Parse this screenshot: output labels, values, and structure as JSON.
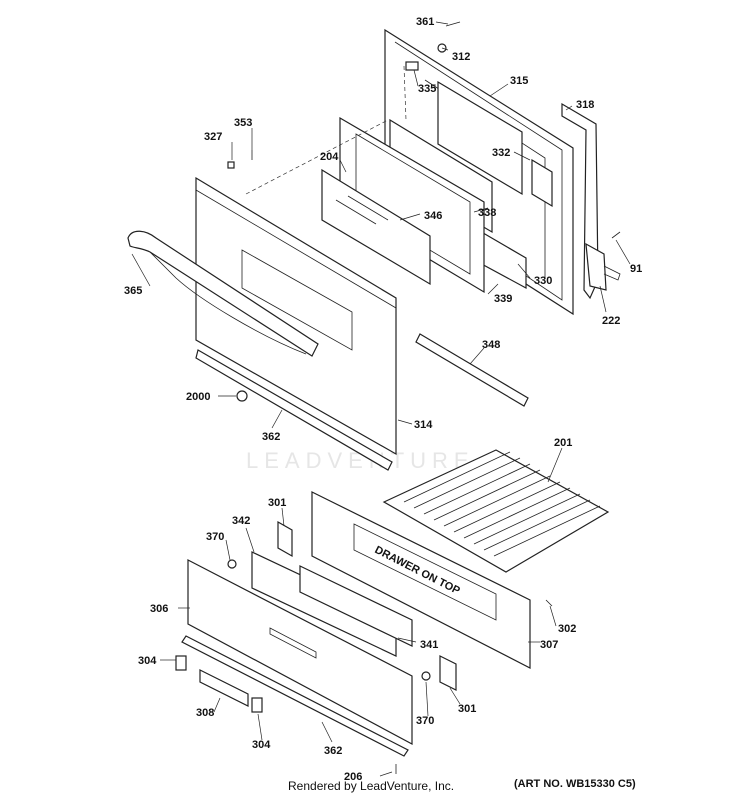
{
  "labels": {
    "p361": "361",
    "p312": "312",
    "p315": "315",
    "p318": "318",
    "p335": "335",
    "p327": "327",
    "p353": "353",
    "p332": "332",
    "p204": "204",
    "p346": "346",
    "p338": "338",
    "p91": "91",
    "p365": "365",
    "p330": "330",
    "p339": "339",
    "p222": "222",
    "p348": "348",
    "p2000": "2000",
    "p314": "314",
    "p362a": "362",
    "p201": "201",
    "p301a": "301",
    "p342": "342",
    "p370a": "370",
    "p306": "306",
    "p302": "302",
    "p341": "341",
    "p307": "307",
    "p304a": "304",
    "p370b": "370",
    "p301b": "301",
    "p308": "308",
    "p304b": "304",
    "p362b": "362",
    "p206": "206"
  },
  "drawer_text": "DRAWER ON TOP",
  "watermark": "LEADVENTURE",
  "footer": {
    "credit": "Rendered by LeadVenture, Inc.",
    "art_no": "(ART NO. WB15330 C5)"
  }
}
